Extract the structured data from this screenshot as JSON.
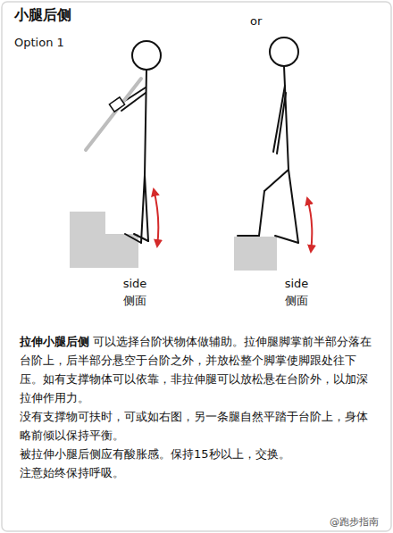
{
  "diagram": {
    "title": "小腿后侧",
    "labels": [
      "Option 1",
      "or",
      "side",
      "侧面",
      "side",
      "侧面",
      "拉伸小腿后侧",
      "可以选择台阶状物体做辅助。拉伸腿脚掌前半部分落在台阶上，后半部分悬空于台阶之外，并放松整个脚掌使脚跟处往下压。如有支撑物体可以依靠，非拉伸腿可以放松悬在台阶外，以加深拉伸作用力。",
      "没有支撑物可扶时，可或如右图，另一条腿自然平踏于台阶上，身体略前倾以保持平衡。",
      "被拉伸小腿后侧应有酸胀感。保持15秒以上，交换。",
      "注意始终保持呼吸。",
      "@跑步指南"
    ]
  }
}
